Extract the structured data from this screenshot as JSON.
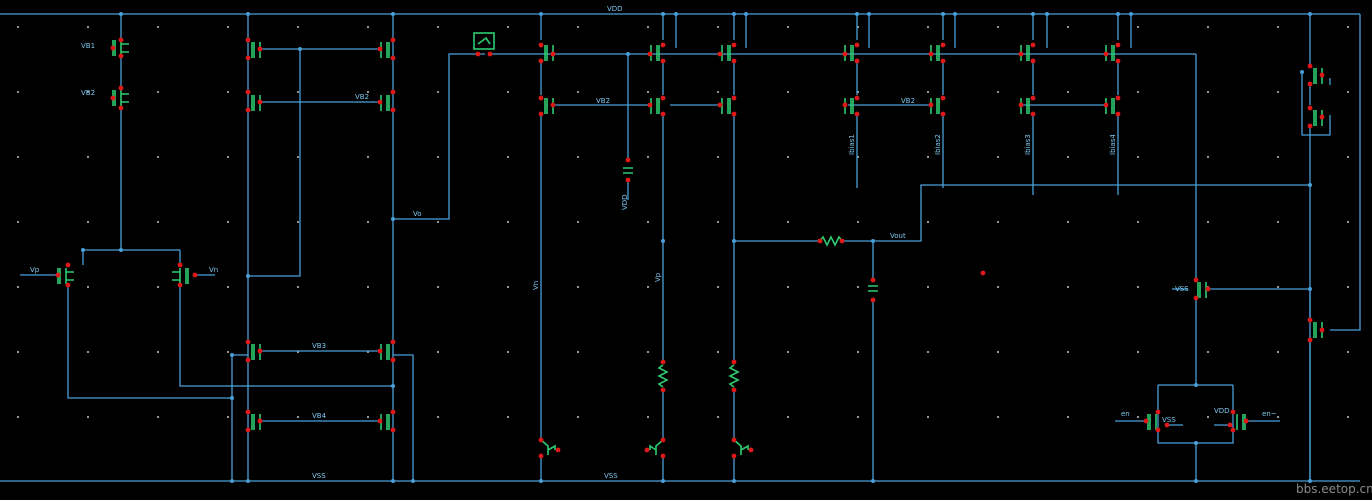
{
  "labels": {
    "vdd": "VDD",
    "vss": "VSS",
    "vb1": "VB1",
    "vb2": "VB2",
    "vb3": "VB3",
    "vb4": "VB4",
    "vp": "Vp",
    "vn": "Vn",
    "vo": "Vo",
    "vout": "Vout",
    "ibias1": "Ibias1",
    "ibias2": "Ibias2",
    "ibias3": "Ibias3",
    "ibias4": "Ibias4",
    "en": "en",
    "enb": "en~"
  },
  "watermark": "bbs.eetop.cn",
  "colors": {
    "background": "#000000",
    "wire": "#4a9fd8",
    "device": "#2ecc71",
    "pin": "#e01818",
    "label": "#7ec8f0"
  }
}
